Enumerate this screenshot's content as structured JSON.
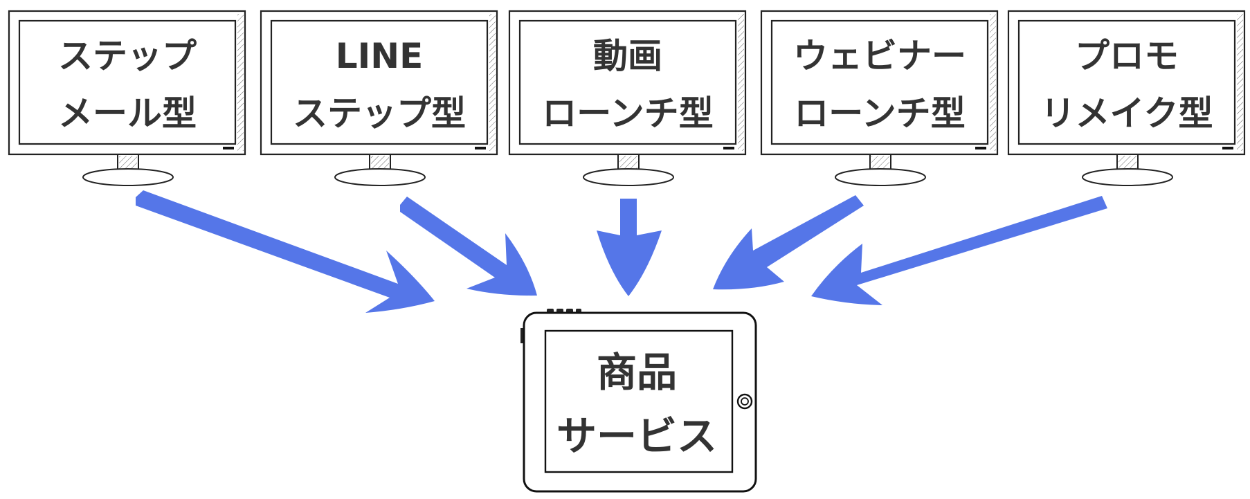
{
  "monitors": [
    {
      "id": "step-mail",
      "lines": [
        "ステップ",
        "メール型"
      ]
    },
    {
      "id": "line-step",
      "lines": [
        "LINE",
        "ステップ型"
      ]
    },
    {
      "id": "video-launch",
      "lines": [
        "動画",
        "ローンチ型"
      ]
    },
    {
      "id": "webinar-launch",
      "lines": [
        "ウェビナー",
        "ローンチ型"
      ]
    },
    {
      "id": "promo-remake",
      "lines": [
        "プロモ",
        "リメイク型"
      ]
    }
  ],
  "target": {
    "lines": [
      "商品",
      "サービス"
    ]
  },
  "colors": {
    "arrow": "#5576e8",
    "text": "#333333",
    "outline": "#222222"
  }
}
